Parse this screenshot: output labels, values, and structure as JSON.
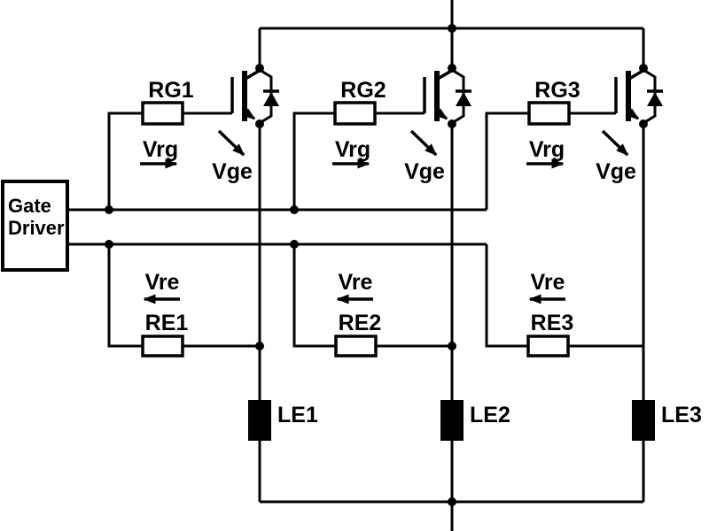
{
  "diagram": {
    "description": "Gate driver circuit for three parallel IGBTs with gate resistors, emitter resistors and emitter stray inductances",
    "background_color": "#ffffff",
    "line_color": "#000000",
    "gate_driver": {
      "label_line1": "Gate",
      "label_line2": "Driver"
    },
    "cells": [
      {
        "gate_resistor_label": "RG1",
        "gate_voltage_label": "Vrg",
        "gate_emitter_voltage_label": "Vge",
        "emitter_voltage_label": "Vre",
        "emitter_resistor_label": "RE1",
        "emitter_inductor_label": "LE1"
      },
      {
        "gate_resistor_label": "RG2",
        "gate_voltage_label": "Vrg",
        "gate_emitter_voltage_label": "Vge",
        "emitter_voltage_label": "Vre",
        "emitter_resistor_label": "RE2",
        "emitter_inductor_label": "LE2"
      },
      {
        "gate_resistor_label": "RG3",
        "gate_voltage_label": "Vrg",
        "gate_emitter_voltage_label": "Vge",
        "emitter_voltage_label": "Vre",
        "emitter_resistor_label": "RE3",
        "emitter_inductor_label": "LE3"
      }
    ]
  }
}
